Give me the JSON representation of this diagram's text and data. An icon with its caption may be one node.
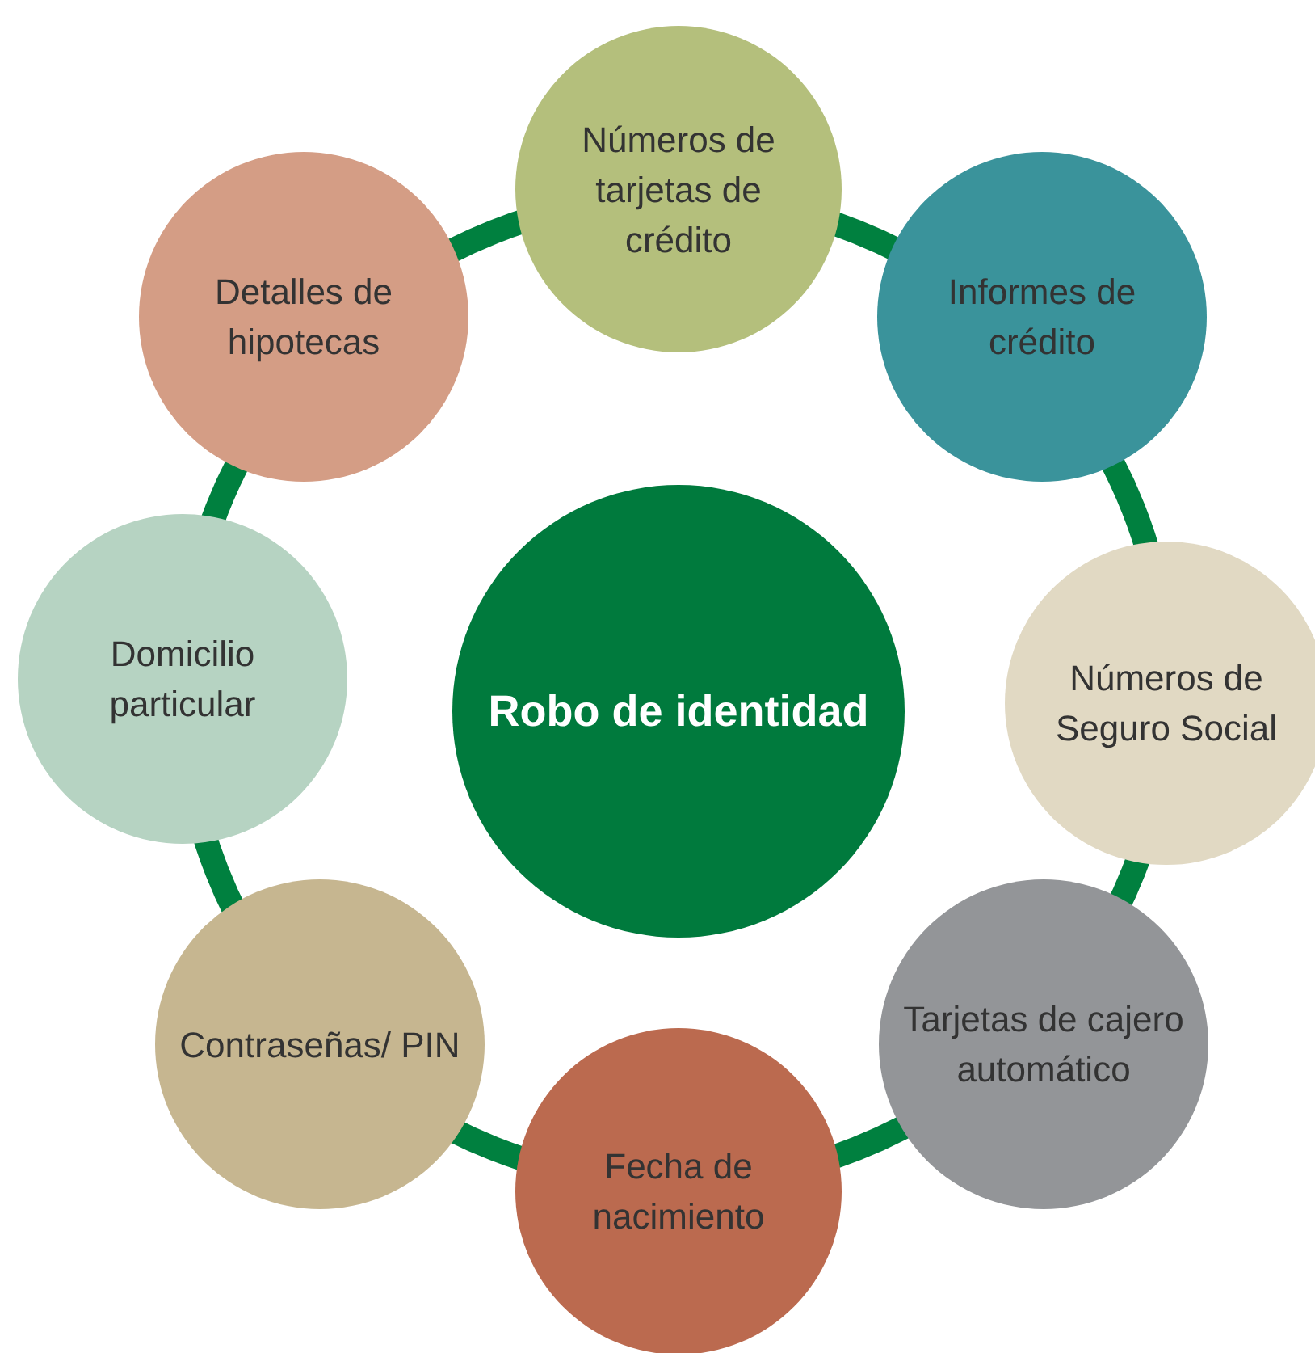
{
  "diagram": {
    "nodes": [
      {
        "text": [
          "Robo de identidad"
        ]
      },
      {
        "text": [
          "Números de tarjetas de crédito"
        ]
      },
      {
        "text": [
          "Informes de crédito"
        ]
      },
      {
        "text": [
          "Números de Seguro Social"
        ]
      },
      {
        "text": [
          "Tarjetas de cajero automático"
        ]
      },
      {
        "text": [
          "Fecha de nacimiento"
        ]
      },
      {
        "text": [
          "Contraseñas/ PIN"
        ]
      },
      {
        "text": [
          "Domicilio particular"
        ]
      },
      {
        "text": [
          "Detalles de hipotecas"
        ]
      }
    ]
  }
}
